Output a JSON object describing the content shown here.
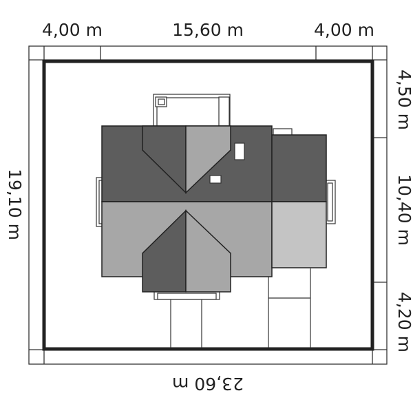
{
  "dimensions": {
    "top_left": "4,00 m",
    "top_center": "15,60 m",
    "top_right": "4,00 m",
    "bottom": "23,60 m",
    "left": "19,10 m",
    "right_top": "4,50 m",
    "right_middle": "10,40 m",
    "right_bottom": "4,20 m"
  },
  "colors": {
    "roof_dark": "#5d5d5d",
    "roof_medium": "#a7a7a7",
    "roof_light": "#c4c4c4",
    "boundary": "#222222",
    "frame_line": "#333333",
    "background": "#ffffff"
  }
}
